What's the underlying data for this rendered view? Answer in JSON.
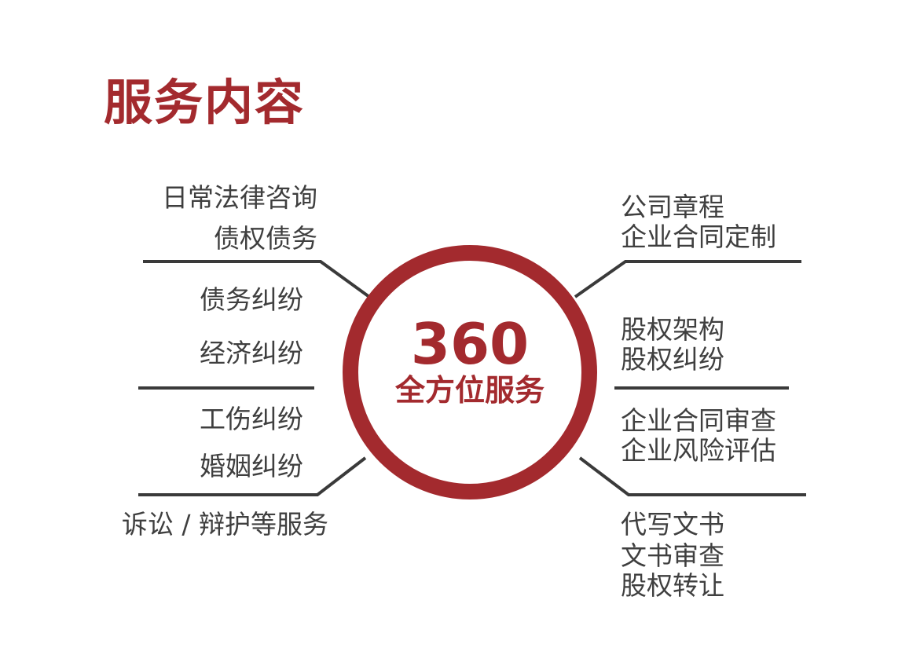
{
  "title": "服务内容",
  "center": {
    "number": "360",
    "label": "全方位服务"
  },
  "colors": {
    "accent": "#a32a2e",
    "text": "#3f3f3f",
    "line": "#3a3a3a"
  },
  "left_groups": [
    {
      "items": [
        "日常法律咨询",
        "债权债务"
      ]
    },
    {
      "items": [
        "债务纠纷",
        "经济纠纷"
      ]
    },
    {
      "items": [
        "工伤纠纷",
        "婚姻纠纷"
      ]
    },
    {
      "items": [
        "诉讼 / 辩护等服务"
      ]
    }
  ],
  "right_groups": [
    {
      "items": [
        "公司章程",
        "企业合同定制"
      ]
    },
    {
      "items": [
        "股权架构",
        "股权纠纷"
      ]
    },
    {
      "items": [
        "企业合同审查",
        "企业风险评估"
      ]
    },
    {
      "items": [
        "代写文书",
        "文书审查",
        "股权转让"
      ]
    }
  ]
}
